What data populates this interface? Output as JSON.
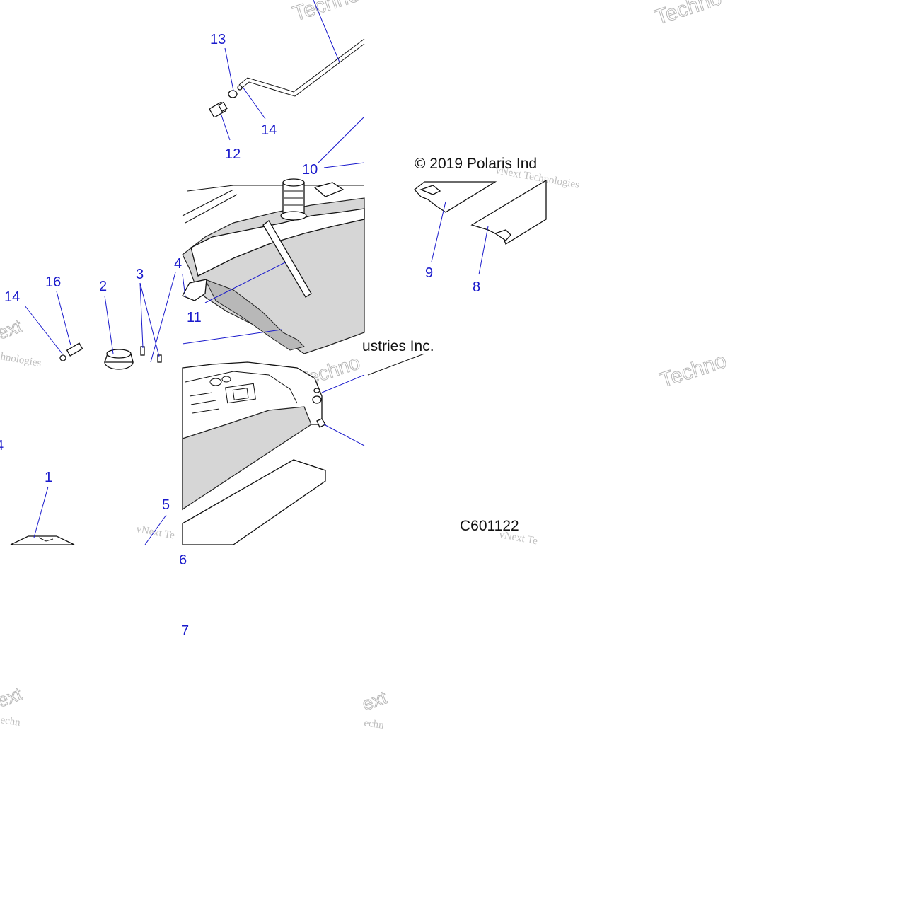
{
  "callouts": {
    "c1": "1",
    "c2": "2",
    "c3": "3",
    "c4": "4",
    "c4b": "4",
    "c5": "5",
    "c6": "6",
    "c7": "7",
    "c8": "8",
    "c9": "9",
    "c10": "10",
    "c11": "11",
    "c12": "12",
    "c13": "13",
    "c14a": "14",
    "c14b": "14",
    "c16": "16"
  },
  "captions": {
    "copyright_a": "© 2019 Polaris Ind",
    "copyright_b": "ustries Inc.",
    "figure_id": "C601122"
  },
  "watermarks": {
    "w_techno": "Techno",
    "w_vnext": "vNext Te",
    "w_vnext_tech": "vNext Technologies",
    "w_technologies": "hnologies",
    "w_ext": "ext",
    "w_echn": "echn"
  },
  "colors": {
    "callout": "#1a1acc",
    "line": "#111111",
    "fill_gray": "#d6d6d6"
  }
}
